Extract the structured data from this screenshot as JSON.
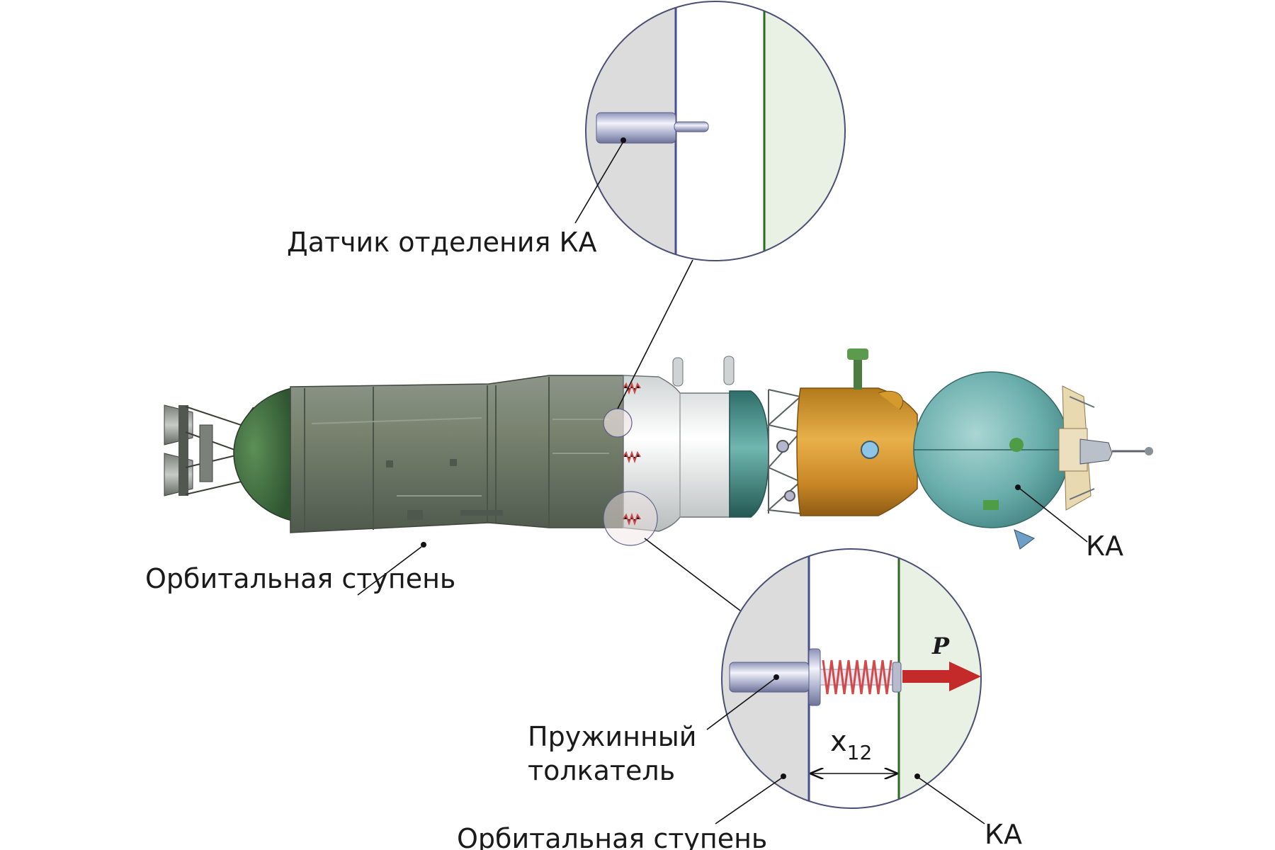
{
  "labels": {
    "sensor": "Датчик отделения КА",
    "orbital_stage_main": "Орбитальная ступень",
    "ka_main": "КА",
    "spring_pusher_line1": "Пружинный",
    "spring_pusher_line2": "толкатель",
    "orbital_stage_detail": "Орбитальная ступень",
    "ka_detail": "КА",
    "force": "P",
    "distance_base": "x",
    "distance_sub": "12"
  },
  "colors": {
    "stage_body": "#6f7a6c",
    "stage_dome": "#3f6e3f",
    "fairing_white": "#e9ecec",
    "teal_module": "#3f8f8a",
    "orange_module": "#d99a2b",
    "ka_sphere": "#6fb3b3",
    "stage_wall_blue": "#4a4f8a",
    "ka_wall_green": "#2f6a22",
    "zoom_gray": "#dcdcdc",
    "zoom_green": "#e9f1e5",
    "spring_red": "#d24b4b",
    "force_arrow": "#c42a2a"
  },
  "icons": {
    "spring": "spring-icon",
    "pusher": "pusher-cylinder-icon",
    "sensor": "sensor-pin-icon"
  }
}
